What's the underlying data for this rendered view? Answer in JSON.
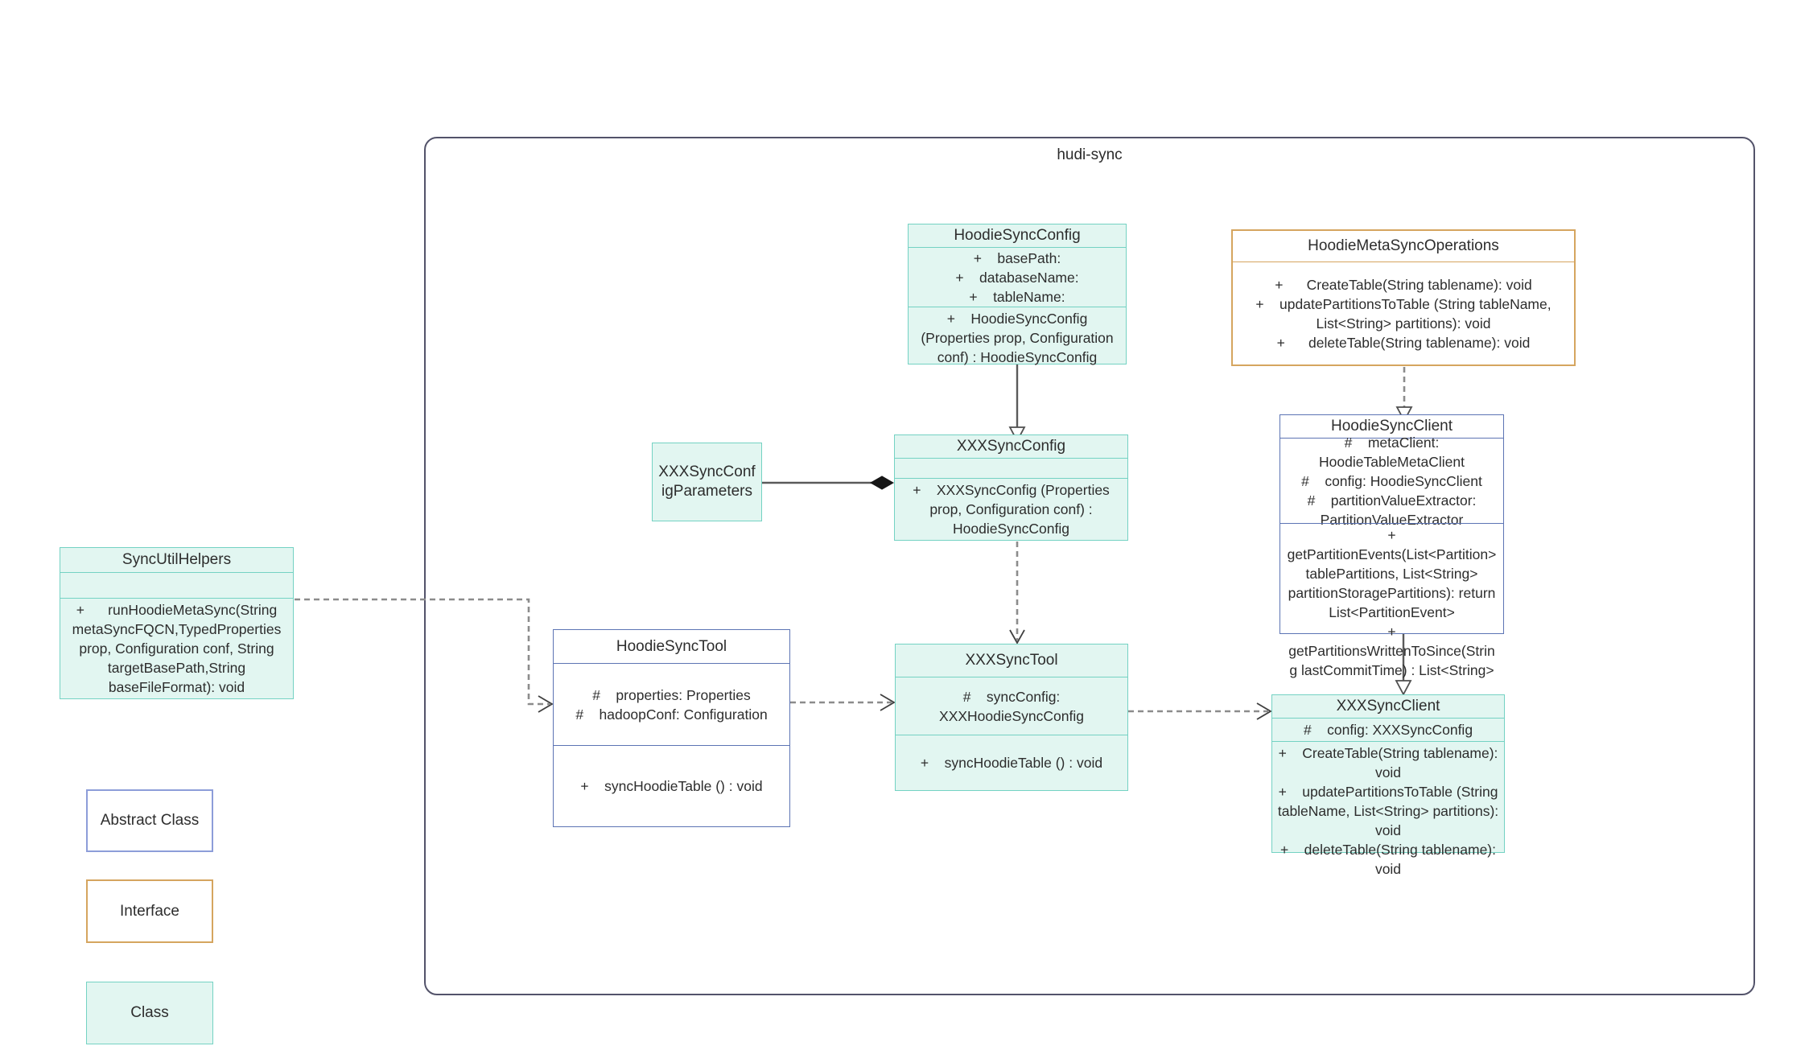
{
  "diagram": {
    "container_label": "hudi-sync"
  },
  "classes": {
    "hoodieSyncConfig": {
      "title": "HoodieSyncConfig",
      "attributes": [
        "+    basePath:",
        "+    databaseName:",
        "+    tableName:"
      ],
      "methods": [
        "+    HoodieSyncConfig (Properties prop, Configuration conf) : HoodieSyncConfig"
      ]
    },
    "hoodieMetaSyncOperations": {
      "title": "HoodieMetaSyncOperations",
      "methods": [
        "+      CreateTable(String tablename): void",
        "+    updatePartitionsToTable (String tableName, List<String> partitions): void",
        "+      deleteTable(String tablename): void"
      ]
    },
    "xxxSyncConfigParameters": {
      "title": "XXXSyncConfigParameters"
    },
    "xxxSyncConfig": {
      "title": "XXXSyncConfig",
      "methods": [
        "+    XXXSyncConfig (Properties prop, Configuration conf) : HoodieSyncConfig"
      ]
    },
    "hoodieSyncClient": {
      "title": "HoodieSyncClient",
      "attributes": [
        "#    metaClient: HoodieTableMetaClient",
        "#    config: HoodieSyncClient",
        "#    partitionValueExtractor: PartitionValueExtractor"
      ],
      "methods": [
        "+    getPartitionEvents(List<Partition> tablePartitions, List<String> partitionStoragePartitions): return List<PartitionEvent>",
        "+    getPartitionsWrittenToSince(String lastCommitTime) : List<String>"
      ]
    },
    "syncUtilHelpers": {
      "title": "SyncUtilHelpers",
      "methods": [
        "+      runHoodieMetaSync(String metaSyncFQCN,TypedProperties prop, Configuration conf, String targetBasePath,String baseFileFormat): void"
      ]
    },
    "hoodieSyncTool": {
      "title": "HoodieSyncTool",
      "attributes": [
        "#    properties: Properties",
        "#    hadoopConf: Configuration"
      ],
      "methods": [
        "+    syncHoodieTable () : void"
      ]
    },
    "xxxSyncTool": {
      "title": "XXXSyncTool",
      "attributes": [
        "#    syncConfig: XXXHoodieSyncConfig"
      ],
      "methods": [
        "+    syncHoodieTable () : void"
      ]
    },
    "xxxSyncClient": {
      "title": "XXXSyncClient",
      "attributes": [
        "#    config: XXXSyncConfig"
      ],
      "methods": [
        "+    CreateTable(String tablename): void",
        "+    updatePartitionsToTable (String tableName, List<String> partitions): void",
        "+    deleteTable(String tablename): void"
      ]
    }
  },
  "legend": {
    "abstract_class": "Abstract Class",
    "interface": "Interface",
    "class": "Class"
  },
  "colors": {
    "class_fill": "#e2f6f1",
    "class_border": "#74d2c3",
    "abstract_border": "#5c74b4",
    "legend_abstract_border": "#8d9dd9",
    "interface_border": "#d5a55f",
    "container_border": "#53536a",
    "connector": "#8c8c8c"
  }
}
